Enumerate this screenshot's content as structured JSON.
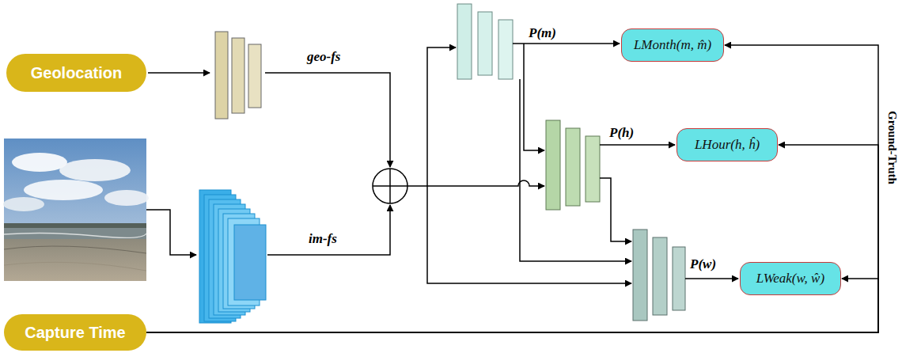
{
  "diagram": {
    "nodes": [
      {
        "text": [
          "Geolocation"
        ]
      },
      {
        "text": [
          "LMonth(m, m̂)"
        ]
      },
      {
        "text": [
          "LHour(h, ĥ)"
        ]
      },
      {
        "text": [
          "LWeak(w, ŵ)"
        ]
      },
      {
        "text": [
          "Capture Time"
        ]
      }
    ],
    "edges": [
      {
        "from": 4,
        "to": 1,
        "arrow": "to"
      },
      {
        "from": 4,
        "to": 2,
        "arrow": "to"
      },
      {
        "from": 4,
        "to": 3,
        "arrow": "to"
      }
    ],
    "labels": [
      "geo-fs",
      "im-fs",
      "P(m)",
      "P(h)",
      "P(w)",
      "Ground-Truth"
    ]
  }
}
